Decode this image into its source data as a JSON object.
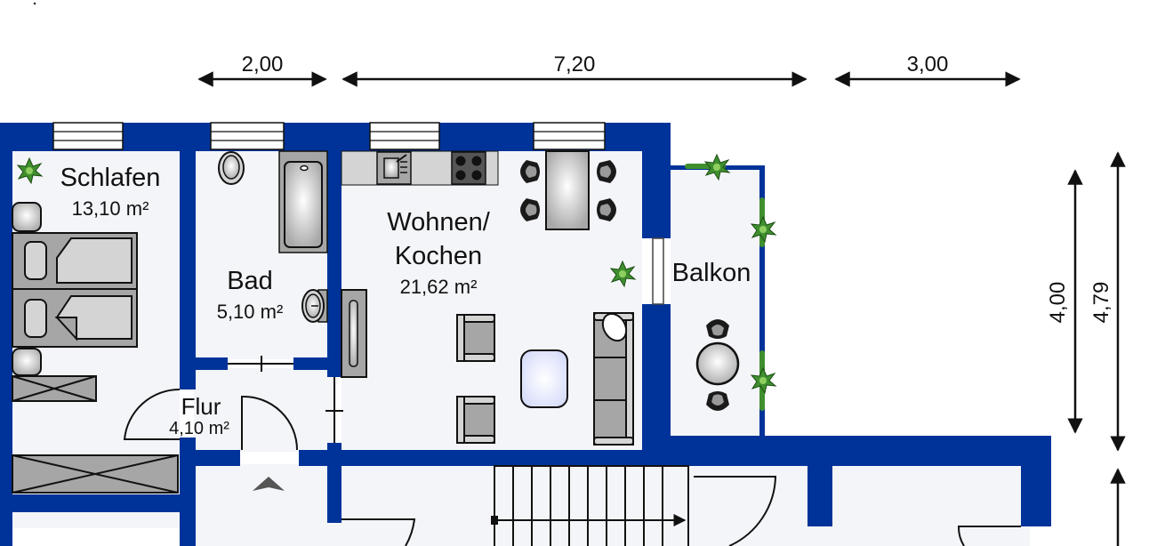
{
  "colors": {
    "wall": "#003399",
    "floor": "#f4f5f9",
    "furniture": "#a6a6a6",
    "furniture_light": "#d4d4d4",
    "outline": "#111111",
    "plant": "#3f8f2f",
    "glass_table": "#e4e8fb"
  },
  "dimensions": {
    "top": [
      {
        "label": "2,00"
      },
      {
        "label": "7,20"
      },
      {
        "label": "3,00"
      }
    ],
    "right": [
      {
        "label": "4,00"
      },
      {
        "label": "4,79"
      }
    ]
  },
  "rooms": {
    "schlafen": {
      "name": "Schlafen",
      "area": "13,10 m²"
    },
    "bad": {
      "name": "Bad",
      "area": "5,10 m²"
    },
    "wohnen": {
      "name_line1": "Wohnen/",
      "name_line2": "Kochen",
      "area": "21,62 m²"
    },
    "balkon": {
      "name": "Balkon"
    },
    "flur": {
      "name": "Flur",
      "area": "4,10 m²"
    }
  }
}
